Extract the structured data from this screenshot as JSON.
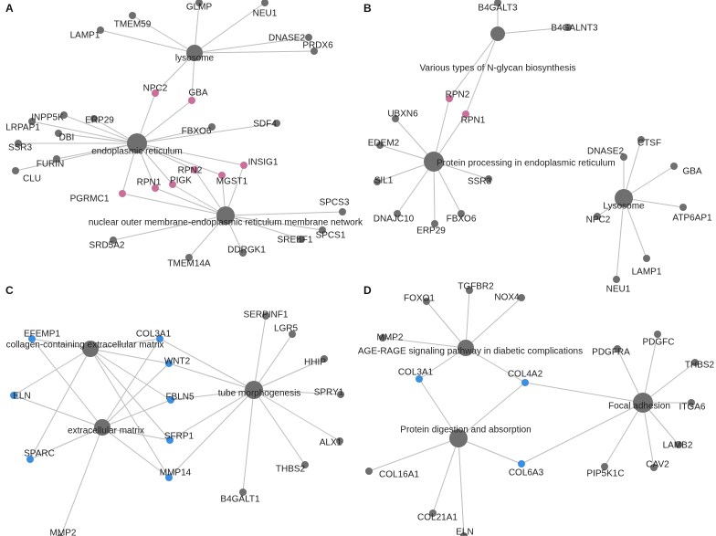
{
  "colors": {
    "gene": "#6f6f6f",
    "hub": "#6f6f6f",
    "pink": "#c9709a",
    "blue": "#3b8fe3",
    "edge": "#bdbdbd",
    "background": "#ffffff"
  },
  "panels": [
    {
      "letter": "A",
      "nodes": [
        {
          "id": "lysosome",
          "label": "lysosome",
          "kind": "hub"
        },
        {
          "id": "er",
          "label": "endoplasmic reticulum",
          "kind": "hub"
        },
        {
          "id": "nom",
          "label": "nuclear outer membrane-endoplasmic reticulum membrane network",
          "kind": "hub"
        },
        {
          "id": "TMEM59",
          "label": "TMEM59",
          "kind": "gene"
        },
        {
          "id": "GLMP",
          "label": "GLMP",
          "kind": "gene"
        },
        {
          "id": "NEU1",
          "label": "NEU1",
          "kind": "gene"
        },
        {
          "id": "LAMP1",
          "label": "LAMP1",
          "kind": "gene"
        },
        {
          "id": "DNASE2",
          "label": "DNASE2",
          "kind": "gene"
        },
        {
          "id": "PRDX6",
          "label": "PRDX6",
          "kind": "gene"
        },
        {
          "id": "NPC2",
          "label": "NPC2",
          "kind": "pink"
        },
        {
          "id": "GBA",
          "label": "GBA",
          "kind": "pink"
        },
        {
          "id": "INPP5K",
          "label": "INPP5K",
          "kind": "gene"
        },
        {
          "id": "ERP29",
          "label": "ERP29",
          "kind": "gene"
        },
        {
          "id": "LRPAP1",
          "label": "LRPAP1",
          "kind": "gene"
        },
        {
          "id": "DBI",
          "label": "DBI",
          "kind": "gene"
        },
        {
          "id": "FBXO6",
          "label": "FBXO6",
          "kind": "gene"
        },
        {
          "id": "SDF4",
          "label": "SDF4",
          "kind": "gene"
        },
        {
          "id": "SSR3",
          "label": "SSR3",
          "kind": "gene"
        },
        {
          "id": "FURIN",
          "label": "FURIN",
          "kind": "gene"
        },
        {
          "id": "CLU",
          "label": "CLU",
          "kind": "gene"
        },
        {
          "id": "INSIG1",
          "label": "INSIG1",
          "kind": "pink"
        },
        {
          "id": "RPN2",
          "label": "RPN2",
          "kind": "pink"
        },
        {
          "id": "PIGK",
          "label": "PIGK",
          "kind": "pink"
        },
        {
          "id": "MGST1",
          "label": "MGST1",
          "kind": "pink"
        },
        {
          "id": "RPN1",
          "label": "RPN1",
          "kind": "pink"
        },
        {
          "id": "PGRMC1",
          "label": "PGRMC1",
          "kind": "pink"
        },
        {
          "id": "SPCS3",
          "label": "SPCS3",
          "kind": "gene"
        },
        {
          "id": "SPCS1",
          "label": "SPCS1",
          "kind": "gene"
        },
        {
          "id": "SREBF1",
          "label": "SREBF1",
          "kind": "gene"
        },
        {
          "id": "SRD5A2",
          "label": "SRD5A2",
          "kind": "gene"
        },
        {
          "id": "DDRGK1",
          "label": "DDRGK1",
          "kind": "gene"
        },
        {
          "id": "TMEM14A",
          "label": "TMEM14A",
          "kind": "gene"
        }
      ],
      "edges": [
        [
          "lysosome",
          "TMEM59"
        ],
        [
          "lysosome",
          "GLMP"
        ],
        [
          "lysosome",
          "NEU1"
        ],
        [
          "lysosome",
          "LAMP1"
        ],
        [
          "lysosome",
          "DNASE2"
        ],
        [
          "lysosome",
          "PRDX6"
        ],
        [
          "lysosome",
          "NPC2"
        ],
        [
          "lysosome",
          "GBA"
        ],
        [
          "er",
          "NPC2"
        ],
        [
          "er",
          "GBA"
        ],
        [
          "er",
          "INPP5K"
        ],
        [
          "er",
          "ERP29"
        ],
        [
          "er",
          "LRPAP1"
        ],
        [
          "er",
          "DBI"
        ],
        [
          "er",
          "FBXO6"
        ],
        [
          "er",
          "SDF4"
        ],
        [
          "er",
          "SSR3"
        ],
        [
          "er",
          "FURIN"
        ],
        [
          "er",
          "CLU"
        ],
        [
          "er",
          "INSIG1"
        ],
        [
          "er",
          "RPN2"
        ],
        [
          "er",
          "PIGK"
        ],
        [
          "er",
          "MGST1"
        ],
        [
          "er",
          "RPN1"
        ],
        [
          "er",
          "PGRMC1"
        ],
        [
          "nom",
          "INSIG1"
        ],
        [
          "nom",
          "RPN2"
        ],
        [
          "nom",
          "PIGK"
        ],
        [
          "nom",
          "MGST1"
        ],
        [
          "nom",
          "RPN1"
        ],
        [
          "nom",
          "PGRMC1"
        ],
        [
          "nom",
          "SPCS3"
        ],
        [
          "nom",
          "SPCS1"
        ],
        [
          "nom",
          "SREBF1"
        ],
        [
          "nom",
          "SRD5A2"
        ],
        [
          "nom",
          "DDRGK1"
        ],
        [
          "nom",
          "TMEM14A"
        ]
      ]
    },
    {
      "letter": "B",
      "nodes": [
        {
          "id": "glycan",
          "label": "Various types of N-glycan biosynthesis",
          "kind": "hub"
        },
        {
          "id": "ppe",
          "label": "Protein processing in endoplasmic reticulum",
          "kind": "hub"
        },
        {
          "id": "lyso",
          "label": "Lysosome",
          "kind": "hub"
        },
        {
          "id": "B4GALT3",
          "label": "B4GALT3",
          "kind": "gene"
        },
        {
          "id": "B4GALNT3",
          "label": "B4GALNT3",
          "kind": "gene"
        },
        {
          "id": "RPN2",
          "label": "RPN2",
          "kind": "pink"
        },
        {
          "id": "RPN1",
          "label": "RPN1",
          "kind": "pink"
        },
        {
          "id": "UBXN6",
          "label": "UBXN6",
          "kind": "gene"
        },
        {
          "id": "EDEM2",
          "label": "EDEM2",
          "kind": "gene"
        },
        {
          "id": "SIL1",
          "label": "SIL1",
          "kind": "gene"
        },
        {
          "id": "DNAJC10",
          "label": "DNAJC10",
          "kind": "gene"
        },
        {
          "id": "ERP29",
          "label": "ERP29",
          "kind": "gene"
        },
        {
          "id": "FBXO6",
          "label": "FBXO6",
          "kind": "gene"
        },
        {
          "id": "SSR3",
          "label": "SSR3",
          "kind": "gene"
        },
        {
          "id": "CTSF",
          "label": "CTSF",
          "kind": "gene"
        },
        {
          "id": "DNASE2",
          "label": "DNASE2",
          "kind": "gene"
        },
        {
          "id": "GBA",
          "label": "GBA",
          "kind": "gene"
        },
        {
          "id": "NPC2",
          "label": "NPC2",
          "kind": "gene"
        },
        {
          "id": "ATP6AP1",
          "label": "ATP6AP1",
          "kind": "gene"
        },
        {
          "id": "LAMP1",
          "label": "LAMP1",
          "kind": "gene"
        },
        {
          "id": "NEU1",
          "label": "NEU1",
          "kind": "gene"
        }
      ],
      "edges": [
        [
          "glycan",
          "B4GALT3"
        ],
        [
          "glycan",
          "B4GALNT3"
        ],
        [
          "glycan",
          "RPN2"
        ],
        [
          "glycan",
          "RPN1"
        ],
        [
          "ppe",
          "RPN2"
        ],
        [
          "ppe",
          "RPN1"
        ],
        [
          "ppe",
          "UBXN6"
        ],
        [
          "ppe",
          "EDEM2"
        ],
        [
          "ppe",
          "SIL1"
        ],
        [
          "ppe",
          "DNAJC10"
        ],
        [
          "ppe",
          "ERP29"
        ],
        [
          "ppe",
          "FBXO6"
        ],
        [
          "ppe",
          "SSR3"
        ],
        [
          "lyso",
          "CTSF"
        ],
        [
          "lyso",
          "DNASE2"
        ],
        [
          "lyso",
          "GBA"
        ],
        [
          "lyso",
          "NPC2"
        ],
        [
          "lyso",
          "ATP6AP1"
        ],
        [
          "lyso",
          "LAMP1"
        ],
        [
          "lyso",
          "NEU1"
        ]
      ]
    },
    {
      "letter": "C",
      "nodes": [
        {
          "id": "collagen",
          "label": "collagen-containing extracellular matrix",
          "kind": "hub"
        },
        {
          "id": "ecm",
          "label": "extracellular matrix",
          "kind": "hub"
        },
        {
          "id": "tube",
          "label": "tube morphogenesis",
          "kind": "hub"
        },
        {
          "id": "EFEMP1",
          "label": "EFEMP1",
          "kind": "blue"
        },
        {
          "id": "COL3A1",
          "label": "COL3A1",
          "kind": "blue"
        },
        {
          "id": "WNT2",
          "label": "WNT2",
          "kind": "blue"
        },
        {
          "id": "ELN",
          "label": "ELN",
          "kind": "blue"
        },
        {
          "id": "FBLN5",
          "label": "FBLN5",
          "kind": "blue"
        },
        {
          "id": "SFRP1",
          "label": "SFRP1",
          "kind": "blue"
        },
        {
          "id": "SPARC",
          "label": "SPARC",
          "kind": "blue"
        },
        {
          "id": "MMP14",
          "label": "MMP14",
          "kind": "blue"
        },
        {
          "id": "MMP2",
          "label": "MMP2",
          "kind": "gene"
        },
        {
          "id": "SERPINF1",
          "label": "SERPINF1",
          "kind": "gene"
        },
        {
          "id": "LGR5",
          "label": "LGR5",
          "kind": "gene"
        },
        {
          "id": "HHIP",
          "label": "HHIP",
          "kind": "gene"
        },
        {
          "id": "SPRY1",
          "label": "SPRY1",
          "kind": "gene"
        },
        {
          "id": "ALX1",
          "label": "ALX1",
          "kind": "gene"
        },
        {
          "id": "THBS2",
          "label": "THBS2",
          "kind": "gene"
        },
        {
          "id": "B4GALT1",
          "label": "B4GALT1",
          "kind": "gene"
        }
      ],
      "edges": [
        [
          "collagen",
          "EFEMP1"
        ],
        [
          "collagen",
          "COL3A1"
        ],
        [
          "collagen",
          "WNT2"
        ],
        [
          "collagen",
          "ELN"
        ],
        [
          "collagen",
          "FBLN5"
        ],
        [
          "collagen",
          "SFRP1"
        ],
        [
          "collagen",
          "SPARC"
        ],
        [
          "collagen",
          "MMP14"
        ],
        [
          "ecm",
          "EFEMP1"
        ],
        [
          "ecm",
          "COL3A1"
        ],
        [
          "ecm",
          "WNT2"
        ],
        [
          "ecm",
          "ELN"
        ],
        [
          "ecm",
          "FBLN5"
        ],
        [
          "ecm",
          "SFRP1"
        ],
        [
          "ecm",
          "SPARC"
        ],
        [
          "ecm",
          "MMP14"
        ],
        [
          "ecm",
          "MMP2"
        ],
        [
          "tube",
          "COL3A1"
        ],
        [
          "tube",
          "WNT2"
        ],
        [
          "tube",
          "FBLN5"
        ],
        [
          "tube",
          "SFRP1"
        ],
        [
          "tube",
          "MMP14"
        ],
        [
          "tube",
          "SERPINF1"
        ],
        [
          "tube",
          "LGR5"
        ],
        [
          "tube",
          "HHIP"
        ],
        [
          "tube",
          "SPRY1"
        ],
        [
          "tube",
          "ALX1"
        ],
        [
          "tube",
          "THBS2"
        ],
        [
          "tube",
          "B4GALT1"
        ]
      ]
    },
    {
      "letter": "D",
      "nodes": [
        {
          "id": "age",
          "label": "AGE-RAGE signaling pathway in diabetic complications",
          "kind": "hub"
        },
        {
          "id": "pda",
          "label": "Protein digestion and absorption",
          "kind": "hub"
        },
        {
          "id": "focal",
          "label": "Focal adhesion",
          "kind": "hub"
        },
        {
          "id": "FOXO1",
          "label": "FOXO1",
          "kind": "gene"
        },
        {
          "id": "TGFBR2",
          "label": "TGFBR2",
          "kind": "gene"
        },
        {
          "id": "NOX4",
          "label": "NOX4",
          "kind": "gene"
        },
        {
          "id": "MMP2",
          "label": "MMP2",
          "kind": "gene"
        },
        {
          "id": "COL3A1",
          "label": "COL3A1",
          "kind": "blue"
        },
        {
          "id": "COL4A2",
          "label": "COL4A2",
          "kind": "blue"
        },
        {
          "id": "COL6A3",
          "label": "COL6A3",
          "kind": "blue"
        },
        {
          "id": "COL16A1",
          "label": "COL16A1",
          "kind": "gene"
        },
        {
          "id": "COL21A1",
          "label": "COL21A1",
          "kind": "gene"
        },
        {
          "id": "ELN",
          "label": "ELN",
          "kind": "gene"
        },
        {
          "id": "PDGFRA",
          "label": "PDGFRA",
          "kind": "gene"
        },
        {
          "id": "PDGFC",
          "label": "PDGFC",
          "kind": "gene"
        },
        {
          "id": "THBS2",
          "label": "THBS2",
          "kind": "gene"
        },
        {
          "id": "ITGA6",
          "label": "ITGA6",
          "kind": "gene"
        },
        {
          "id": "LAMB2",
          "label": "LAMB2",
          "kind": "gene"
        },
        {
          "id": "CAV2",
          "label": "CAV2",
          "kind": "gene"
        },
        {
          "id": "PIP5K1C",
          "label": "PIP5K1C",
          "kind": "gene"
        }
      ],
      "edges": [
        [
          "age",
          "FOXO1"
        ],
        [
          "age",
          "TGFBR2"
        ],
        [
          "age",
          "NOX4"
        ],
        [
          "age",
          "MMP2"
        ],
        [
          "age",
          "COL3A1"
        ],
        [
          "age",
          "COL4A2"
        ],
        [
          "pda",
          "COL3A1"
        ],
        [
          "pda",
          "COL4A2"
        ],
        [
          "pda",
          "COL6A3"
        ],
        [
          "pda",
          "COL16A1"
        ],
        [
          "pda",
          "COL21A1"
        ],
        [
          "pda",
          "ELN"
        ],
        [
          "focal",
          "COL4A2"
        ],
        [
          "focal",
          "COL6A3"
        ],
        [
          "focal",
          "PDGFRA"
        ],
        [
          "focal",
          "PDGFC"
        ],
        [
          "focal",
          "THBS2"
        ],
        [
          "focal",
          "ITGA6"
        ],
        [
          "focal",
          "LAMB2"
        ],
        [
          "focal",
          "CAV2"
        ],
        [
          "focal",
          "PIP5K1C"
        ]
      ]
    }
  ]
}
